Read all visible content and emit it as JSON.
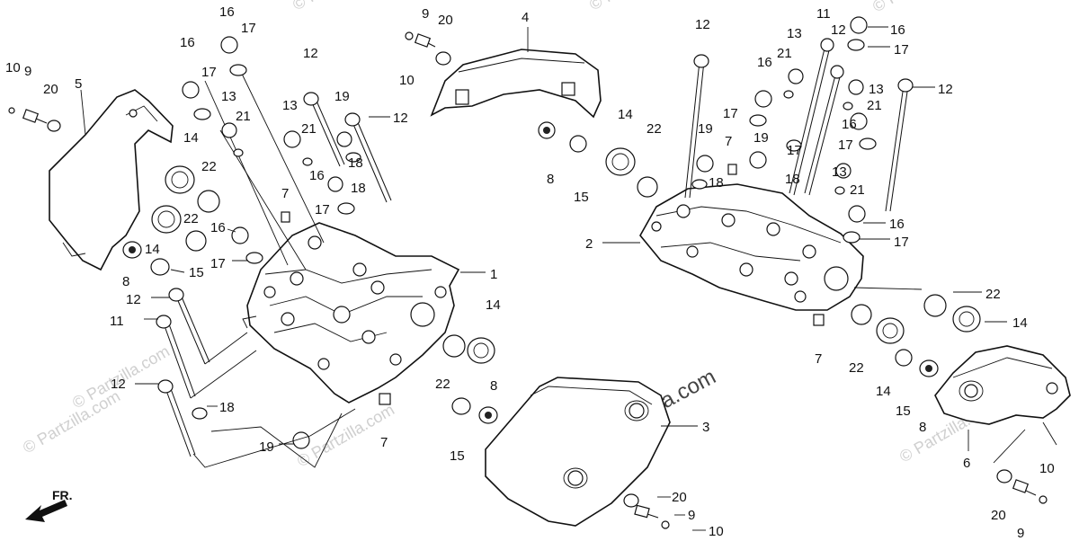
{
  "diagram": {
    "direction_label": "FR.",
    "watermarks": [
      "© Partzilla.com",
      "© Partzilla.com",
      "© Partzilla.com",
      "© Partzilla.com",
      "© Partzilla.com",
      "© Partzilla.com",
      "© Partzilla.com"
    ],
    "center_watermark": "© Partzilla.com",
    "callouts": {
      "n1": "1",
      "n2": "2",
      "n3": "3",
      "n4": "4",
      "n5": "5",
      "n6": "6",
      "n7": "7",
      "n8": "8",
      "n9": "9",
      "n10": "10",
      "n11": "11",
      "n12": "12",
      "n13": "13",
      "n14": "14",
      "n15": "15",
      "n16": "16",
      "n17": "17",
      "n18": "18",
      "n19": "19",
      "n20": "20",
      "n21": "21",
      "n22": "22"
    }
  }
}
